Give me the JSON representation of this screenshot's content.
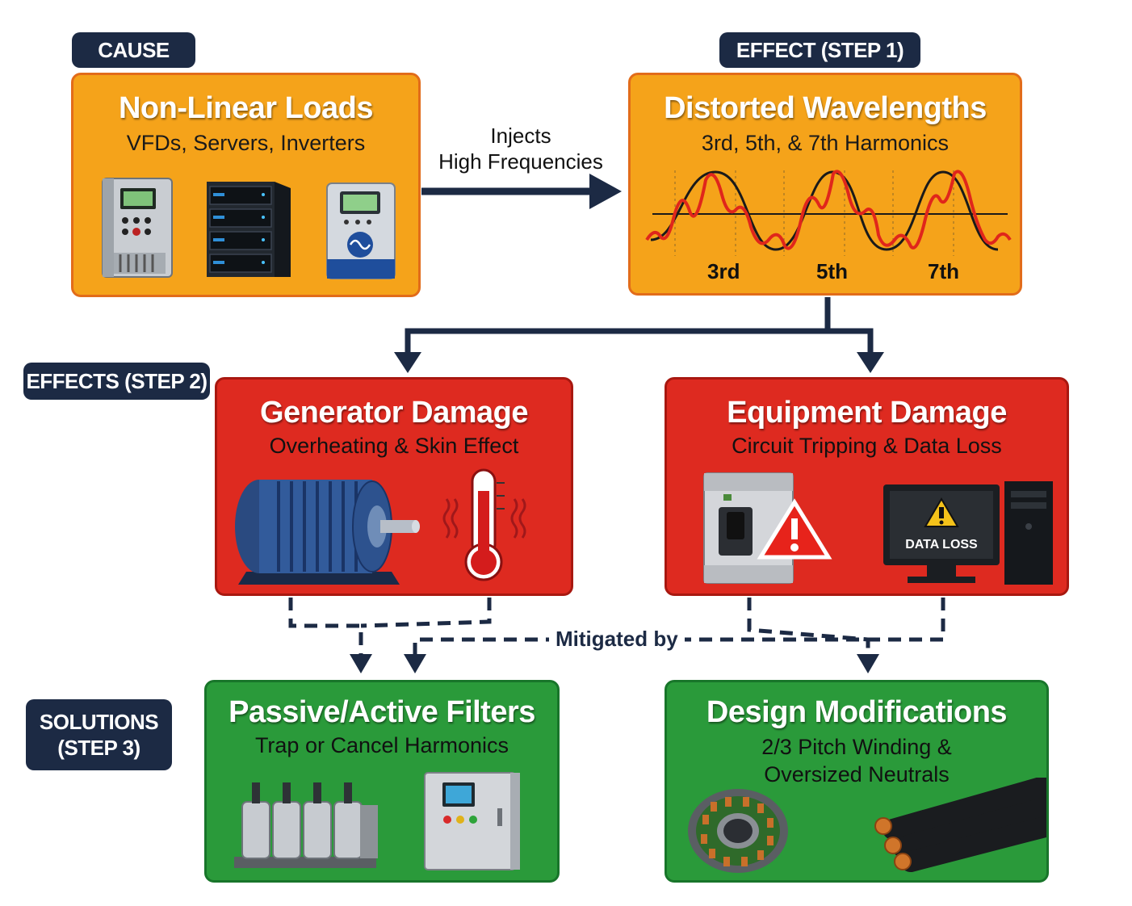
{
  "tags": {
    "cause": "CAUSE",
    "effect1": "EFFECT (STEP 1)",
    "effects2": "EFFECTS (STEP 2)",
    "solutions_line1": "SOLUTIONS",
    "solutions_line2": "(STEP 3)"
  },
  "cause": {
    "title": "Non-Linear Loads",
    "subtitle": "VFDs, Servers, Inverters"
  },
  "arrow": {
    "line1": "Injects",
    "line2": "High Frequencies"
  },
  "effect1": {
    "title": "Distorted Wavelengths",
    "subtitle": "3rd, 5th, & 7th Harmonics",
    "labels": [
      "3rd",
      "5th",
      "7th"
    ]
  },
  "generator": {
    "title": "Generator Damage",
    "subtitle": "Overheating & Skin Effect"
  },
  "equipment": {
    "title": "Equipment Damage",
    "subtitle": "Circuit Tripping & Data Loss",
    "screen_text": "DATA LOSS"
  },
  "mitigated": "Mitigated by",
  "filters": {
    "title": "Passive/Active Filters",
    "subtitle": "Trap or Cancel Harmonics"
  },
  "design": {
    "title": "Design Modifications",
    "subtitle_line1": "2/3 Pitch Winding &",
    "subtitle_line2": "Oversized Neutrals"
  },
  "colors": {
    "navy": "#1c2a44",
    "orange": "#f5a31a",
    "red": "#de2a20",
    "green": "#2a9a3a"
  }
}
